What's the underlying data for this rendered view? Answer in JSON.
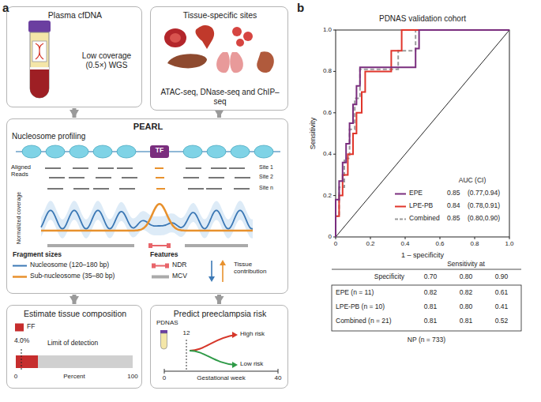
{
  "diagram": {
    "nodes": [
      {
        "text": [
          "Plasma cfDNA",
          "Low coverage (0.5×) WGS"
        ]
      },
      {
        "text": [
          "Tissue-specific sites",
          "ATAC-seq, DNase-seq and ChIP–seq"
        ]
      },
      {
        "text": [
          "PEARL",
          "Nucleosome profiling"
        ]
      },
      {
        "text": [
          "Estimate tissue composition"
        ]
      },
      {
        "text": [
          "Predict preeclampsia risk"
        ]
      }
    ],
    "edges": [
      {
        "from": 0,
        "to": 2,
        "arrow": "to"
      },
      {
        "from": 1,
        "to": 2,
        "arrow": "to"
      },
      {
        "from": 2,
        "to": 3,
        "arrow": "to"
      },
      {
        "from": 2,
        "to": 4,
        "arrow": "to"
      }
    ],
    "labels": [
      "a",
      "b",
      "TF",
      "Aligned Reads",
      "Site 1",
      "Site 2",
      "Site n",
      "Normalized coverage",
      "Fragment sizes",
      "Features",
      "Tissue contribution",
      "4.0%",
      "Limit of detection",
      "0",
      "Percent",
      "100",
      "PDNAS",
      "12",
      "High risk",
      "Low risk",
      "0",
      "Gestational week",
      "40",
      "PDNAS validation cohort",
      "Sensitivity",
      "1 – specificity",
      "0",
      "0.2",
      "0.4",
      "0.6",
      "0.8",
      "1.0",
      "0",
      "0.2",
      "0.4",
      "0.6",
      "0.8",
      "1.0",
      "AUC (CI)",
      "0.85",
      "(0.77,0.94)",
      "0.84",
      "(0.78,0.91)",
      "0.85",
      "(0.80,0.90)",
      "Sensitivity at",
      "Specificity",
      "0.70",
      "0.80",
      "0.90",
      "EPE (n = 11)",
      "0.82",
      "0.82",
      "0.61",
      "LPE-PB (n = 10)",
      "0.81",
      "0.80",
      "0.41",
      "Combined (n = 21)",
      "0.81",
      "0.81",
      "0.52",
      "NP (n = 733)"
    ],
    "legend": [
      {
        "text": "Nucleosome (120–180 bp)"
      },
      {
        "text": "Sub-nucleosome (35–80 bp)"
      },
      {
        "text": "NDR"
      },
      {
        "text": "MCV"
      },
      {
        "text": "FF",
        "color": "#c62d2d"
      },
      {
        "text": "EPE"
      },
      {
        "text": "LPE-PB"
      },
      {
        "text": "Combined"
      }
    ]
  }
}
